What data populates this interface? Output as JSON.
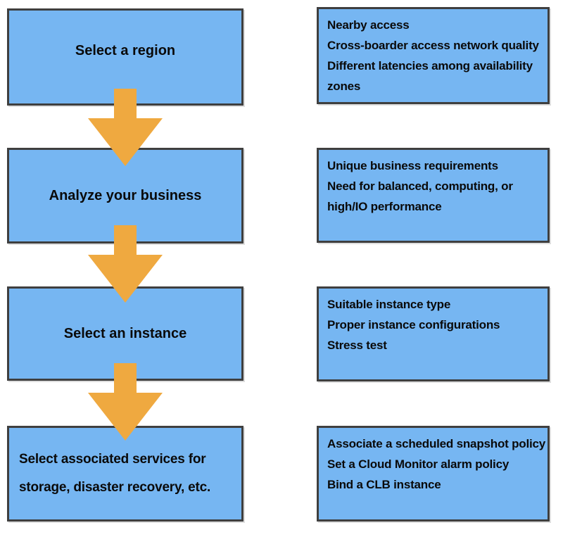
{
  "diagram": {
    "steps": [
      {
        "id": "select-region",
        "label_lines": [
          "Select a region"
        ],
        "detail_lines": [
          "Nearby access",
          "Cross-boarder access network quality",
          "Different latencies among availability",
          "zones"
        ]
      },
      {
        "id": "analyze-business",
        "label_lines": [
          "Analyze your business"
        ],
        "detail_lines": [
          "Unique business requirements",
          "Need for balanced, computing, or",
          "high/IO performance"
        ]
      },
      {
        "id": "select-instance",
        "label_lines": [
          "Select an instance"
        ],
        "detail_lines": [
          "Suitable instance type",
          "Proper instance configurations",
          "Stress test"
        ]
      },
      {
        "id": "select-associated-services",
        "label_lines": [
          "Select associated services for",
          "storage, disaster recovery, etc."
        ],
        "detail_lines": [
          "Associate a scheduled snapshot policy",
          "Set a Cloud Monitor alarm policy",
          "Bind a CLB instance"
        ]
      }
    ],
    "connector_icon": "block-down-arrow"
  },
  "colors": {
    "background": "#ffffff",
    "box_fill": "#76b6f2",
    "box_border": "#3f3f3f",
    "arrow": "#efa940",
    "text": "#0a0a0a"
  }
}
